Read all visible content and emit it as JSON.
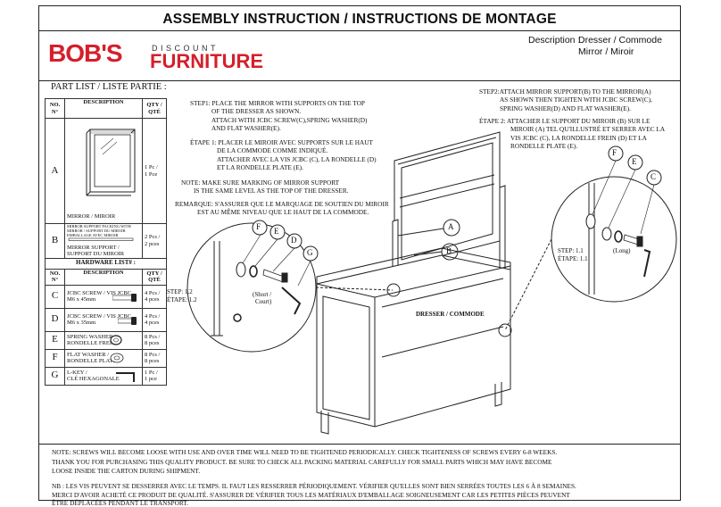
{
  "header": {
    "title": "ASSEMBLY INSTRUCTION / INSTRUCTIONS DE MONTAGE",
    "logo_bobs": "BOB'S",
    "logo_discount": "DISCOUNT",
    "logo_furniture": "FURNITURE",
    "description_label": "Description :",
    "description_line1": "Dresser / Commode",
    "description_line2": "Mirror / Miroir"
  },
  "part_list": {
    "title": "PART LIST / LISTE PARTIE :",
    "col_no": "NO.",
    "col_no2": "N°",
    "col_desc": "DESCRIPTION",
    "col_qty": "QTY /",
    "col_qty2": "QTÉ",
    "rows": [
      {
        "no": "A",
        "desc": "MIRROR / MIROIR",
        "qty1": "1 Pc /",
        "qty2": "1 Pce"
      },
      {
        "no": "B",
        "desc_small": "MIRROR SUPPORT PACKING WITH MIRROR / SUPPORT DU MIROIR EMBALLAGE AVEC MIROIR",
        "desc1": "MIRROR SUPPORT /",
        "desc2": "SUPPORT DU MIROIR",
        "qty1": "2 Pcs /",
        "qty2": "2 pces"
      }
    ],
    "hardware_title": "HARDWARE LIST# :",
    "hardware_rows": [
      {
        "no": "C",
        "desc1": "JCBC SCREW / VIS JCBC",
        "desc2": "M6 x 45mm",
        "qty1": "4 Pcs /",
        "qty2": "4 pces"
      },
      {
        "no": "D",
        "desc1": "JCBC SCREW / VIS JCBC",
        "desc2": "M6 x 35mm",
        "qty1": "4 Pcs /",
        "qty2": "4 pces"
      },
      {
        "no": "E",
        "desc1": "SPRING WASHER /",
        "desc2": "RONDELLE FREIN",
        "qty1": "8 Pcs /",
        "qty2": "8 pces"
      },
      {
        "no": "F",
        "desc1": "FLAT WASHER /",
        "desc2": "RONDELLE PLATE",
        "qty1": "8 Pcs /",
        "qty2": "8 pces"
      },
      {
        "no": "G",
        "desc1": "L-KEY /",
        "desc2": "CLÉ HEXAGONALE",
        "qty1": "1 Pc /",
        "qty2": "1 pce"
      }
    ]
  },
  "step1": {
    "en": [
      "STEP1: PLACE THE MIRROR WITH SUPPORTS ON THE TOP",
      "OF THE DRESSER AS SHOWN.",
      "ATTACH WITH JCBC SCREW(C),SPRING WASHER(D)",
      "AND FLAT WASHER(E)."
    ],
    "fr": [
      "ÉTAPE 1: PLACER LE MIROIR AVEC SUPPORTS SUR LE HAUT",
      "DE LA COMMODE COMME INDIQUÉ.",
      "ATTACHER AVEC LA VIS JCBC (C), LA RONDELLE (D)",
      "ET LA RONDELLE PLATE (E)."
    ],
    "note_en": [
      "NOTE: MAKE SURE MARKING OF MIRROR SUPPORT",
      "IS THE SAME LEVEL AS THE TOP OF THE DRESSER."
    ],
    "note_fr": [
      "REMARQUE: S'ASSURER QUE LE MARQUAGE DE SOUTIEN DU MIROIR",
      "EST AU MÊME NIVEAU QUE LE HAUT DE LA COMMODE."
    ]
  },
  "step2": {
    "en": [
      "STEP2:ATTACH MIRROR SUPPORT(B) TO THE MIRROR(A)",
      "AS SHOWN THEN TIGHTEN WITH JCBC SCREW(C),",
      "SPRING WASHER(D) AND FLAT WASHER(E)."
    ],
    "fr": [
      "ÉTAPE 2: ATTACHER LE SUPPORT DU MIROIR (B) SUR LE",
      "MIROIR (A) TEL QU'ILLUSTRÉ ET SERRER AVEC LA",
      "VIS JCBC (C), LA RONDELLE FREIN (D) ET LA",
      "RONDELLE PLATE (E)."
    ]
  },
  "callouts": {
    "step11": "STEP: 1.1",
    "etape11": "ÉTAPE: 1.1",
    "step12": "STEP: 1.2",
    "etape12": "ÉTAPE: 1.2",
    "long": "(Long)",
    "short1": "(Short /",
    "short2": "Court)",
    "dresser": "DRESSER / ",
    "commode": "COMMODE",
    "letters": {
      "a": "A",
      "b": "B",
      "c": "C",
      "d": "D",
      "e": "E",
      "f": "F",
      "g": "G"
    }
  },
  "notes": [
    "NOTE: SCREWS WILL BECOME LOOSE WITH USE AND OVER TIME WILL NEED TO BE TIGHTENED PERIODICALLY. CHECK TIGHTENESS OF SCREWS EVERY 6-8 WEEKS.",
    "THANK YOU FOR PURCHASING THIS QUALITY PRODUCT. BE SURE TO CHECK ALL PACKING MATERIAL CAREFULLY FOR SMALL PARTS WHICH MAY HAVE BECOME",
    "LOOSE INSIDE THE CARTON DURING SHIPMENT.",
    "NB : LES VIS PEUVENT SE DESSERRER AVEC LE TEMPS. IL FAUT LES RESSERRER PÉRIODIQUEMENT. VÉRIFIER QU'ELLES SONT BIEN SERRÉES TOUTES LES 6 À 8 SEMAINES.",
    "MERCI D'AVOIR ACHETÉ CE PRODUIT DE QUALITÉ. S'ASSURER DE VÉRIFIER TOUS LES MATÉRIAUX D'EMBALLAGE SOIGNEUSEMENT CAR LES PETITES PIÈCES PEUVENT",
    "ÊTRE DÉPLACÉES PENDANT LE TRANSPORT."
  ],
  "colors": {
    "brand_red": "#d4202c",
    "line": "#222222"
  }
}
